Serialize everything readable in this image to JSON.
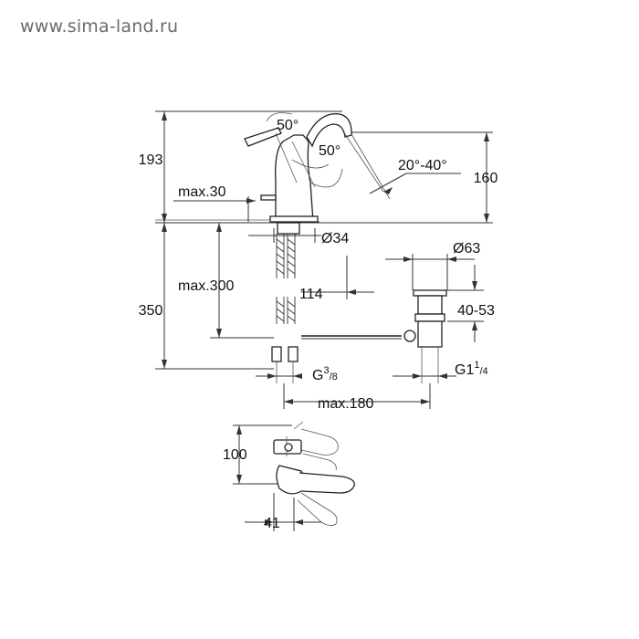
{
  "watermark": "www.sima-land.ru",
  "dims": {
    "angle_top": "50°",
    "angle_mid": "50°",
    "h193": "193",
    "max30": "max.30",
    "range_angle": "20°-40°",
    "h160": "160",
    "d34": "Ø34",
    "d63": "Ø63",
    "max300": "max.300",
    "w114": "114",
    "h350": "350",
    "r40_53": "40-53",
    "g38_main": "G",
    "g38_num": "3",
    "g38_den": "8",
    "g1_main": "G1",
    "g1_num": "1",
    "g1_den": "4",
    "max180": "max.180",
    "h100": "100",
    "w41": "41"
  }
}
